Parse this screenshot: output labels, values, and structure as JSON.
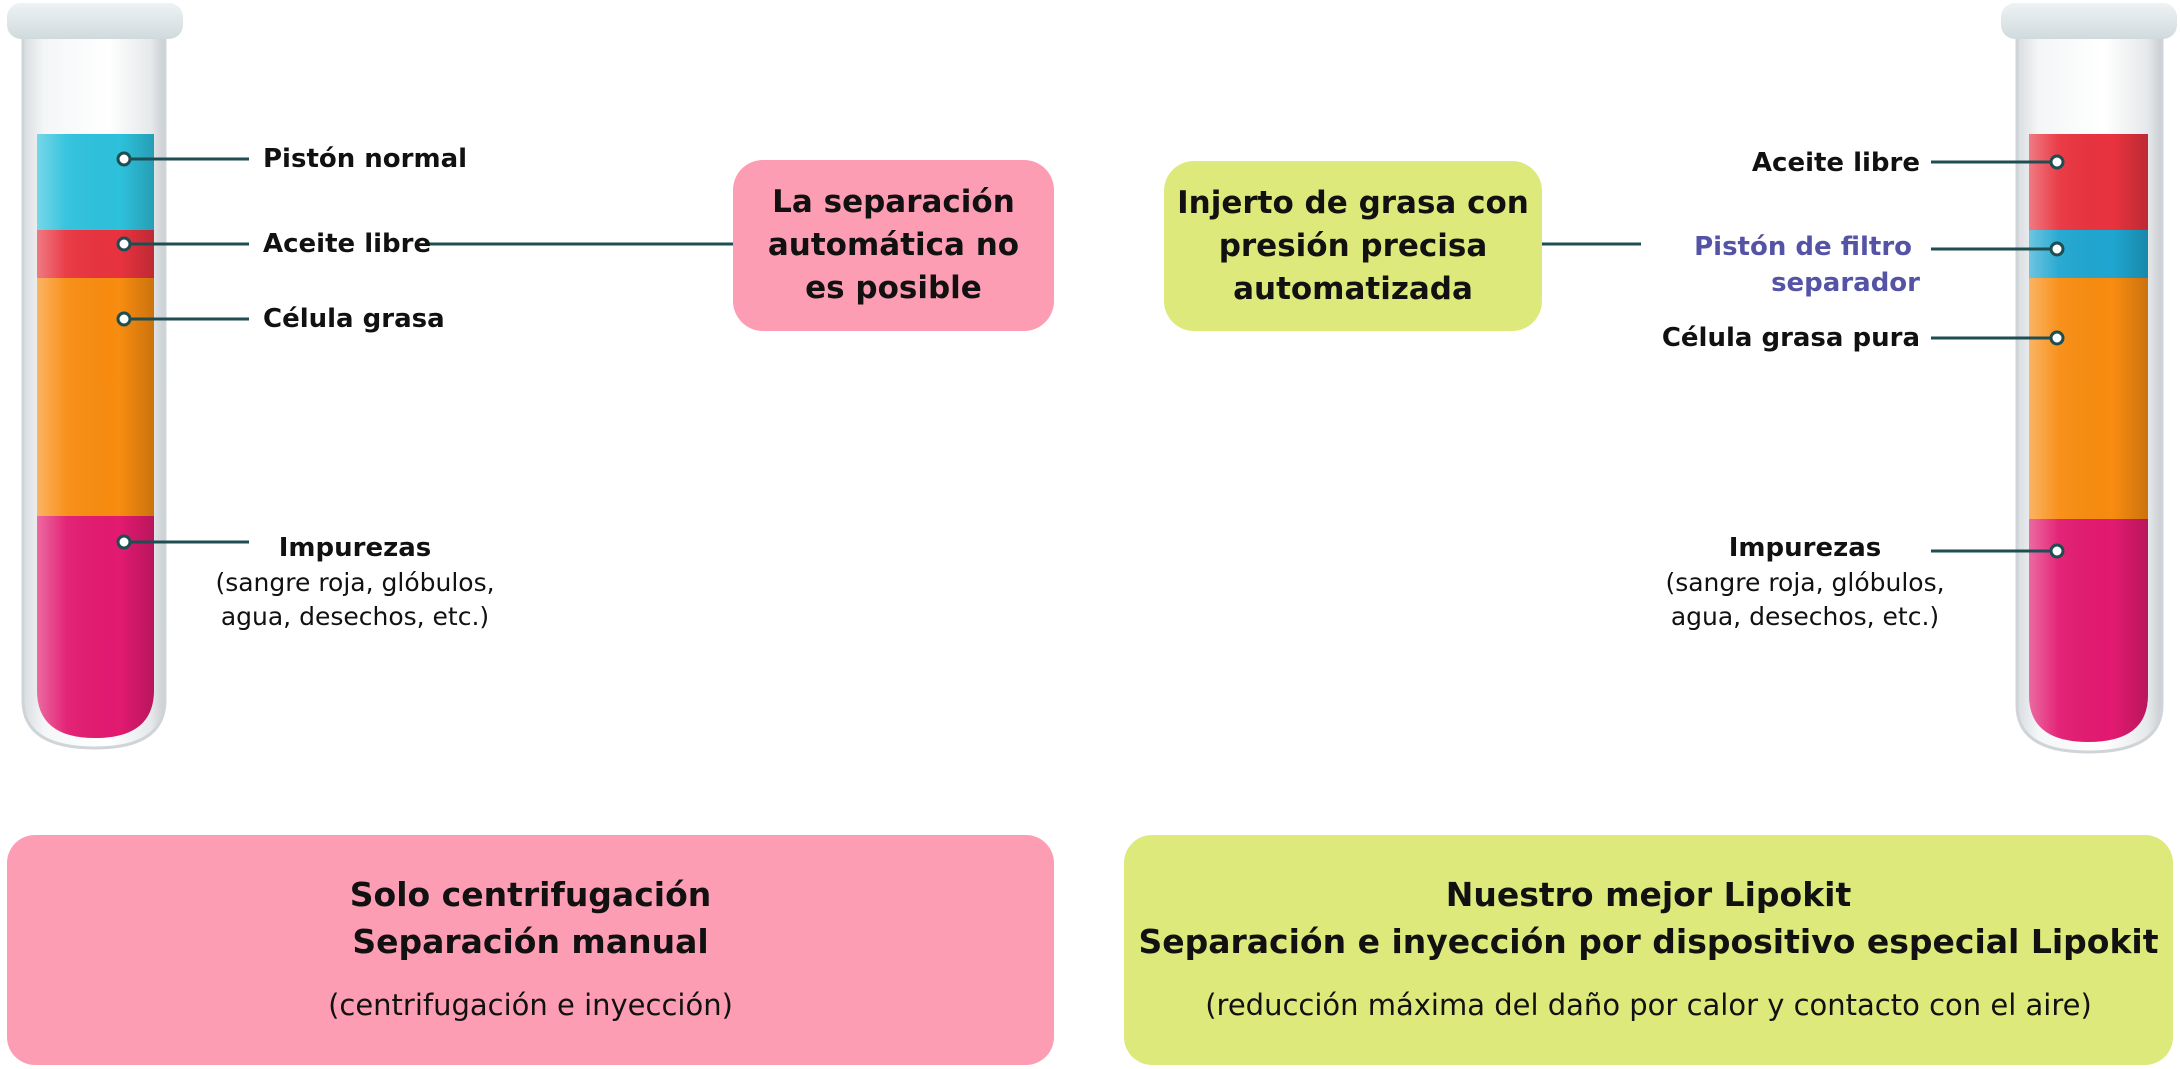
{
  "left_tube": {
    "labels": {
      "piston_normal": "Pistón normal",
      "free_oil": "Aceite libre",
      "fat_cell": "Célula grasa",
      "impurities": "Impurezas",
      "impurities_detail_1": "(sangre roja, glóbulos,",
      "impurities_detail_2": "agua, desechos, etc.)"
    },
    "layer_colors": {
      "piston": "#2ec1dc",
      "oil": "#e8333f",
      "fat": "#f88c10",
      "impurities": "#e21a70"
    }
  },
  "right_tube": {
    "labels": {
      "free_oil": "Aceite libre",
      "filter_piston_1": "Pistón de filtro",
      "filter_piston_2": "separador",
      "pure_fat_cell": "Célula grasa pura",
      "impurities": "Impurezas",
      "impurities_detail_1": "(sangre roja, glóbulos,",
      "impurities_detail_2": "agua, desechos, etc.)"
    },
    "layer_colors": {
      "oil": "#e8333f",
      "piston": "#1fa6d0",
      "fat": "#f88c10",
      "impurities": "#e21a70"
    }
  },
  "callouts": {
    "left": "La separación automática no es posible",
    "right": "Injerto de grasa con presión precisa automatizada"
  },
  "panels": {
    "left": {
      "line1": "Solo centrifugación",
      "line2": "Separación manual",
      "note": "(centrifugación e inyección)"
    },
    "right": {
      "line1": "Nuestro mejor Lipokit",
      "line2": "Separación e inyección por dispositivo especial Lipokit",
      "note": "(reducción máxima del daño por calor y contacto con el aire)"
    }
  },
  "colors": {
    "pink_box": "#fd9db4",
    "green_box": "#dde97a",
    "leader_line": "#1e4e52",
    "accent_label": "#5553a6"
  }
}
